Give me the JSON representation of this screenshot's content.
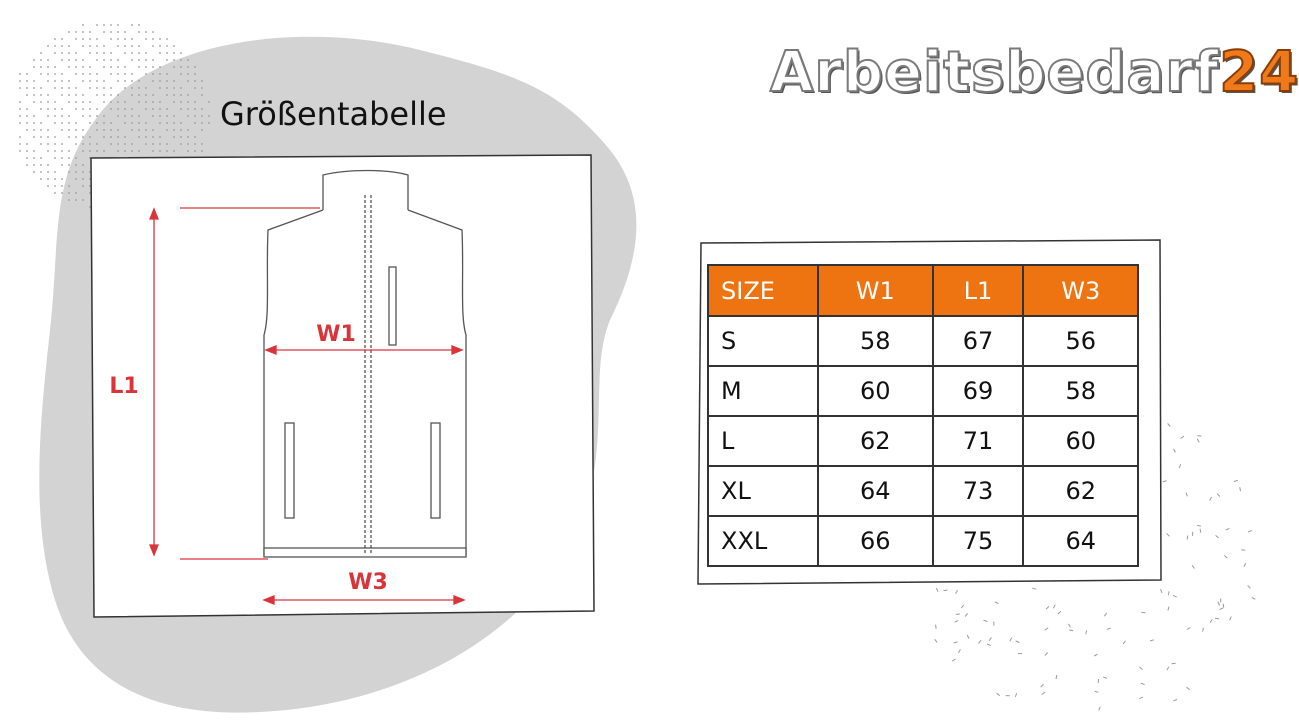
{
  "page": {
    "title": "Größentabelle"
  },
  "logo": {
    "word": "Arbeitsbedarf",
    "number": "24",
    "colors": {
      "word_fill": "#ffffff",
      "word_outline": "#7a7a7a",
      "number_fill": "#f07a1a"
    }
  },
  "diagram": {
    "labels": {
      "w1": "W1",
      "l1": "L1",
      "w3": "W3"
    },
    "colors": {
      "measure": "#d9343a",
      "garment_outline": "#555555",
      "background_blob": "#d3d3d3"
    },
    "icon": "vest-outline-icon"
  },
  "size_table": {
    "headers": [
      "SIZE",
      "W1",
      "L1",
      "W3"
    ],
    "rows": [
      [
        "S",
        "58",
        "67",
        "56"
      ],
      [
        "M",
        "60",
        "69",
        "58"
      ],
      [
        "L",
        "62",
        "71",
        "60"
      ],
      [
        "XL",
        "64",
        "73",
        "62"
      ],
      [
        "XXL",
        "66",
        "75",
        "64"
      ]
    ],
    "colors": {
      "header_bg": "#ee7311",
      "header_text": "#ffffff"
    }
  }
}
